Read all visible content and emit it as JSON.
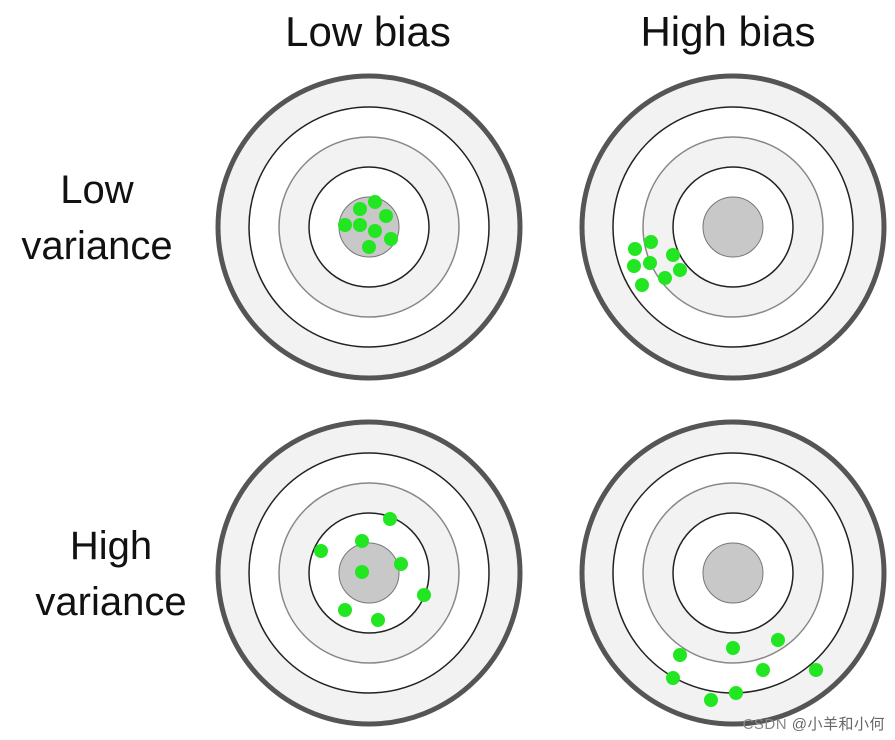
{
  "columns": {
    "low_bias": "Low bias",
    "high_bias": "High bias"
  },
  "rows": {
    "low_variance": [
      "Low",
      "variance"
    ],
    "high_variance": [
      "High",
      "variance"
    ]
  },
  "colors": {
    "hit": "#22e622",
    "bullseye": "#c8c8c8",
    "ring_light": "#f2f2f2",
    "ring_white": "#ffffff",
    "outer_stroke": "#555555",
    "inner_stroke": "#222222"
  },
  "watermark": {
    "logo": "CSDN",
    "author": "@小羊和小何"
  }
}
